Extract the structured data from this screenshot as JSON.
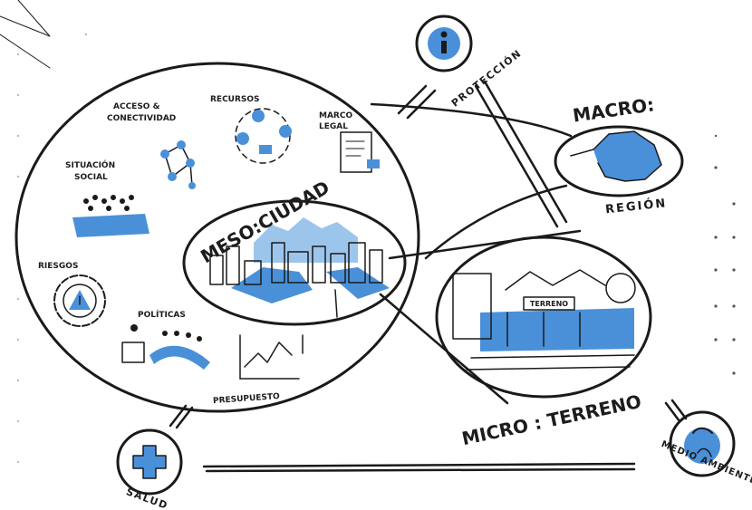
{
  "labels": {
    "macro": "MACRO:",
    "region": "REGIÓN",
    "meso": "MESO:CIUDAD",
    "micro": "MICRO : TERRENO",
    "terreno_sign": "TERRENO",
    "proteccion": "PROTECCIÓN",
    "salud": "SALUD",
    "medio_ambiente": "MEDIO AMBIENTE",
    "acceso_line1": "ACCESO &",
    "acceso_line2": "CONECTIVIDAD",
    "recursos": "RECURSOS",
    "marco_line1": "MARCO",
    "marco_line2": "LEGAL",
    "situacion_line1": "SITUACIÓN",
    "situacion_line2": "SOCIAL",
    "riesgos": "RIESGOS",
    "politicas": "POLÍTICAS",
    "presupuesto": "PRESUPUESTO"
  },
  "colors": {
    "ink": "#1a1a1a",
    "accent_blue": "#4a90d9",
    "light_blue": "#9cc5ec"
  },
  "icons": {
    "proteccion": "info-icon",
    "salud": "medical-cross-icon",
    "medio_ambiente": "eco-globe-icon",
    "riesgos": "warning-gear-icon",
    "recursos": "resources-cycle-icon",
    "acceso": "network-nodes-icon",
    "marco_legal": "legal-document-icon",
    "situacion_social": "crowd-icon",
    "politicas": "speaker-podium-icon",
    "presupuesto": "budget-chart-icon"
  }
}
